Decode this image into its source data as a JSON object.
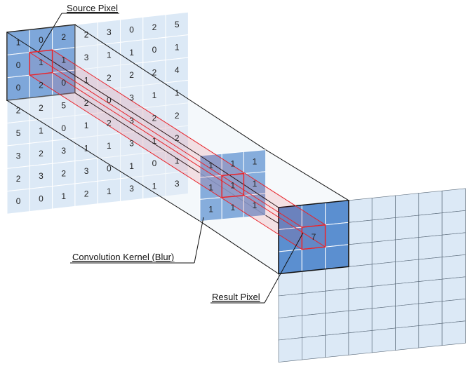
{
  "labels": {
    "source_pixel": "Source Pixel",
    "kernel": "Convolution Kernel (Blur)",
    "result_pixel": "Result Pixel"
  },
  "source_grid": [
    [
      1,
      0,
      2,
      2,
      3,
      0,
      2,
      5
    ],
    [
      0,
      1,
      1,
      3,
      1,
      1,
      0,
      1
    ],
    [
      0,
      2,
      0,
      1,
      2,
      2,
      2,
      4
    ],
    [
      2,
      2,
      5,
      2,
      0,
      3,
      1,
      1
    ],
    [
      5,
      1,
      0,
      1,
      2,
      3,
      2,
      2
    ],
    [
      3,
      2,
      3,
      1,
      1,
      3,
      1,
      2
    ],
    [
      2,
      3,
      2,
      3,
      0,
      1,
      0,
      1
    ],
    [
      0,
      0,
      1,
      2,
      1,
      3,
      1,
      3
    ]
  ],
  "kernel_grid": [
    [
      1,
      1,
      1
    ],
    [
      1,
      1,
      1
    ],
    [
      1,
      1,
      1
    ]
  ],
  "result_value": "7",
  "colors": {
    "light_cell": "#dce9f6",
    "dark_cell": "#5b8fd0",
    "highlight": "#e8242b"
  }
}
